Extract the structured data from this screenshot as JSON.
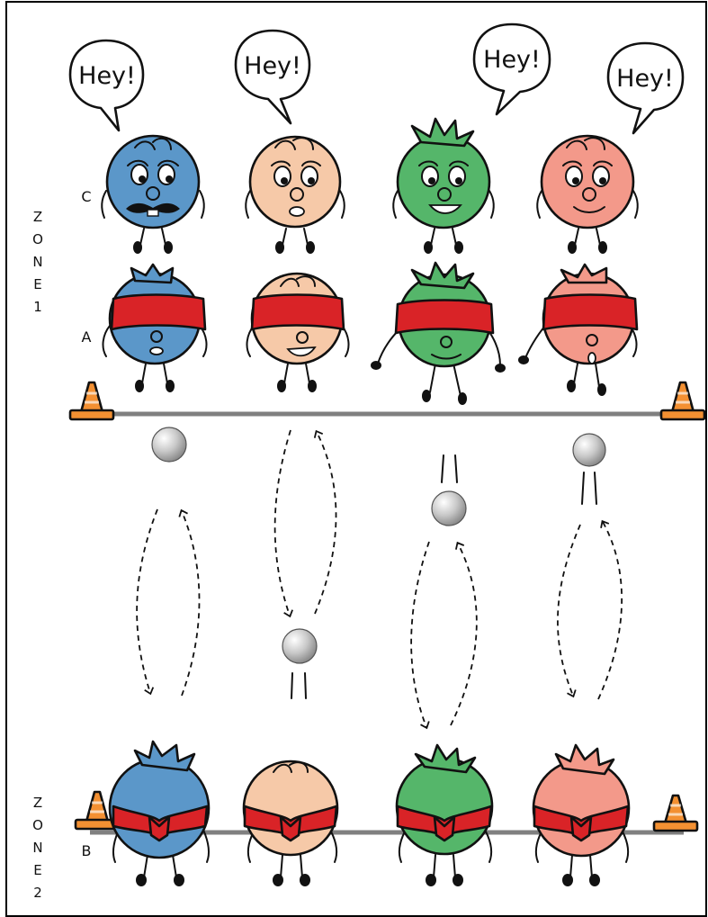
{
  "speech": {
    "bubble_1": "Hey!",
    "bubble_2": "Hey!",
    "bubble_3": "Hey!",
    "bubble_4": "Hey!"
  },
  "row_labels": {
    "c": "C",
    "a": "A",
    "b": "B"
  },
  "zones": {
    "zone_1": [
      "Z",
      "O",
      "N",
      "E",
      "1"
    ],
    "zone_2": [
      "Z",
      "O",
      "N",
      "E",
      "2"
    ]
  },
  "colors": {
    "blue": "#5b97c9",
    "peach": "#f6c9a8",
    "green": "#55b66a",
    "salmon": "#f3998a",
    "blindfold": "#d92327",
    "cone": "#f39032",
    "rope": "#808080"
  },
  "icons": [
    "speech-bubble",
    "character",
    "blindfold",
    "cone",
    "rope",
    "ball",
    "throw-arrow"
  ]
}
